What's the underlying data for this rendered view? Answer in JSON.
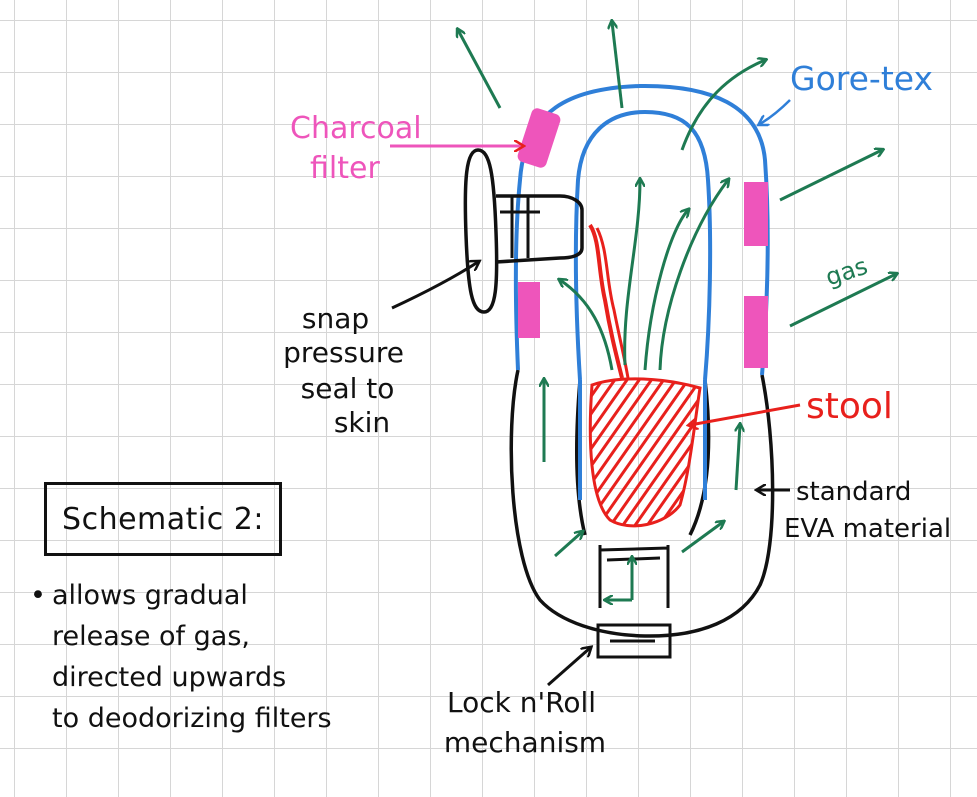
{
  "title": "Schematic 2:",
  "notes": {
    "bullet": "•",
    "lines": [
      "allows gradual",
      "release of gas,",
      "directed upwards",
      "to deodorizing filters"
    ]
  },
  "labels": {
    "charcoal_filter": [
      "Charcoal",
      "filter"
    ],
    "gore_tex": "Gore-tex",
    "gas": "gas",
    "stool": "stool",
    "standard_eva": [
      "standard",
      "EVA material"
    ],
    "snap_seal": [
      "snap",
      "pressure",
      "seal to",
      "skin"
    ],
    "lock_n_roll": [
      "Lock n'Roll",
      "mechanism"
    ]
  },
  "colors": {
    "ink": "#111111",
    "gore_tex_blue": "#2f7fd8",
    "filter_pink": "#ee55bb",
    "stool_red": "#e8201c",
    "gas_green": "#1e7a52"
  }
}
